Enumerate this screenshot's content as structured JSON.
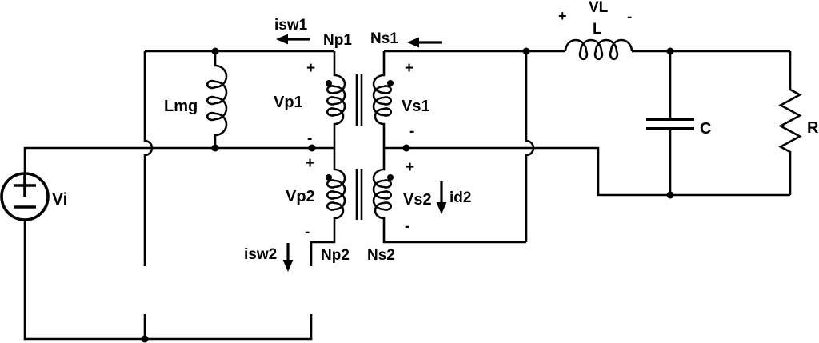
{
  "colors": {
    "line": "#000000",
    "background": "#ffffff"
  },
  "signs": {
    "plus": "+",
    "minus": "-"
  },
  "source": {
    "label": "Vi"
  },
  "primary": {
    "magnetizing_inductor": {
      "label": "Lmg"
    },
    "switch_currents": {
      "isw1": "isw1",
      "isw2": "isw2"
    },
    "windings": {
      "np1": {
        "name": "Np1",
        "voltage": "Vp1"
      },
      "np2": {
        "name": "Np2",
        "voltage": "Vp2"
      }
    }
  },
  "secondary": {
    "windings": {
      "ns1": {
        "name": "Ns1",
        "voltage": "Vs1"
      },
      "ns2": {
        "name": "Ns2",
        "voltage": "Vs2"
      }
    },
    "diode_current": {
      "id2": "id2"
    }
  },
  "output": {
    "inductor": {
      "label": "L",
      "voltage_label": "VL"
    },
    "capacitor": {
      "label": "C"
    },
    "resistor": {
      "label": "R"
    }
  }
}
